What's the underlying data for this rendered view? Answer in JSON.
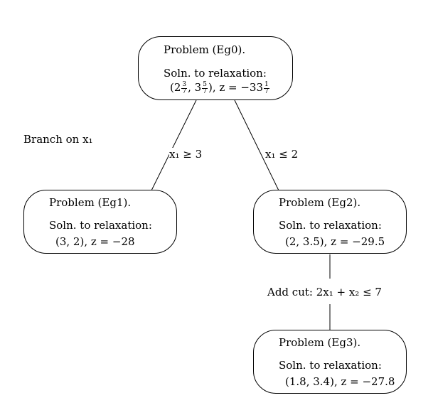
{
  "branch_label": "Branch on x₁",
  "nodes": {
    "eg0": {
      "title": "Problem (Eg0).",
      "soln_label": "Soln. to relaxation:",
      "value_parts": {
        "open": "(2",
        "f1_num": "3",
        "f1_den": "7",
        "mid": ", 3",
        "f2_num": "5",
        "f2_den": "7",
        "z": "), z = −33",
        "f3_num": "1",
        "f3_den": "7"
      }
    },
    "eg1": {
      "title": "Problem (Eg1).",
      "soln_label": "Soln. to relaxation:",
      "value": "(3, 2), z = −28"
    },
    "eg2": {
      "title": "Problem (Eg2).",
      "soln_label": "Soln. to relaxation:",
      "value": "(2, 3.5), z = −29.5"
    },
    "eg3": {
      "title": "Problem (Eg3).",
      "soln_label": "Soln. to relaxation:",
      "value": "(1.8, 3.4), z = −27.8"
    }
  },
  "edges": {
    "left": "x₁ ≥ 3",
    "right": "x₁ ≤ 2",
    "cut": "Add cut: 2x₁ + x₂ ≤ 7"
  }
}
